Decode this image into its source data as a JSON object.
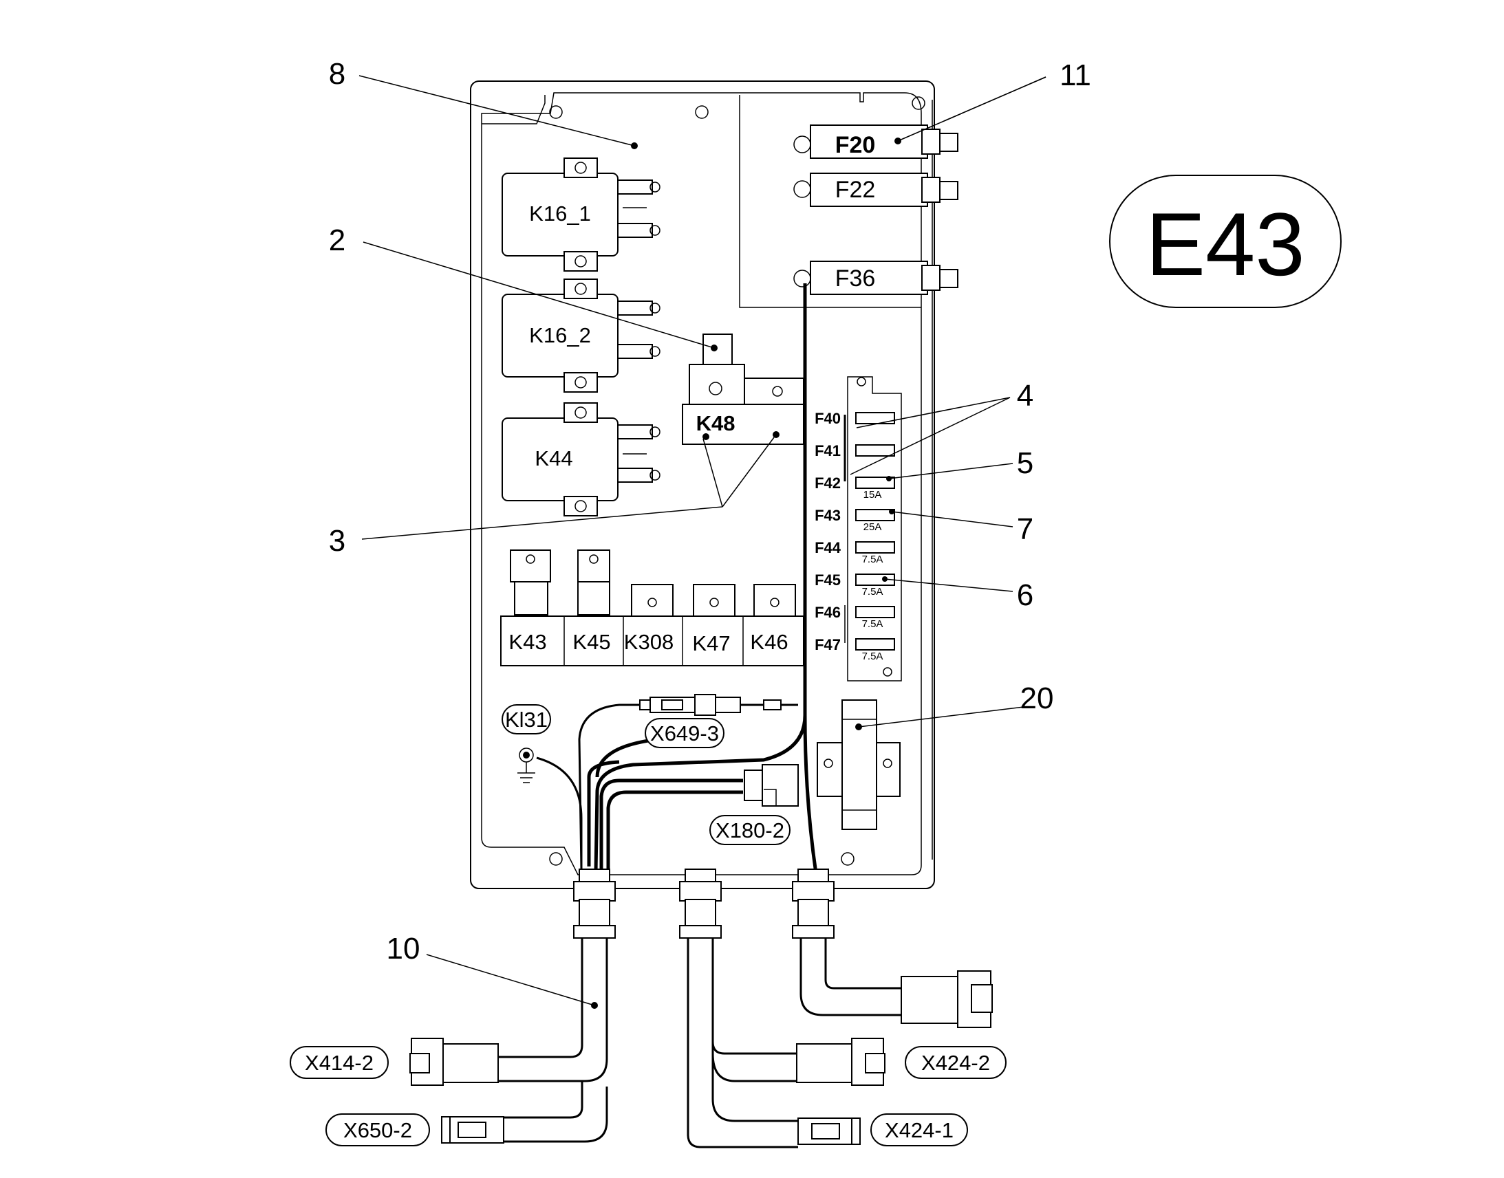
{
  "diagram_title": "E43",
  "callouts": [
    "8",
    "11",
    "2",
    "4",
    "5",
    "3",
    "7",
    "6",
    "20",
    "10"
  ],
  "relays": {
    "k16_1": "K16_1",
    "k16_2": "K16_2",
    "k44": "K44",
    "k48": "K48",
    "k43": "K43",
    "k45": "K45",
    "k308": "K308",
    "k47": "K47",
    "k46": "K46"
  },
  "main_fuses": [
    "F20",
    "F22",
    "F36"
  ],
  "fuse_labels": [
    "F40",
    "F41",
    "F42",
    "F43",
    "F44",
    "F45",
    "F46",
    "F47"
  ],
  "fuse_ratings": [
    "15A",
    "25A",
    "7.5A",
    "7.5A",
    "7.5A",
    "7.5A"
  ],
  "connectors": {
    "ground": "Kl31",
    "x649_3": "X649-3",
    "x180_2": "X180-2",
    "x414_2": "X414-2",
    "x650_2": "X650-2",
    "x424_2": "X424-2",
    "x424_1": "X424-1"
  }
}
